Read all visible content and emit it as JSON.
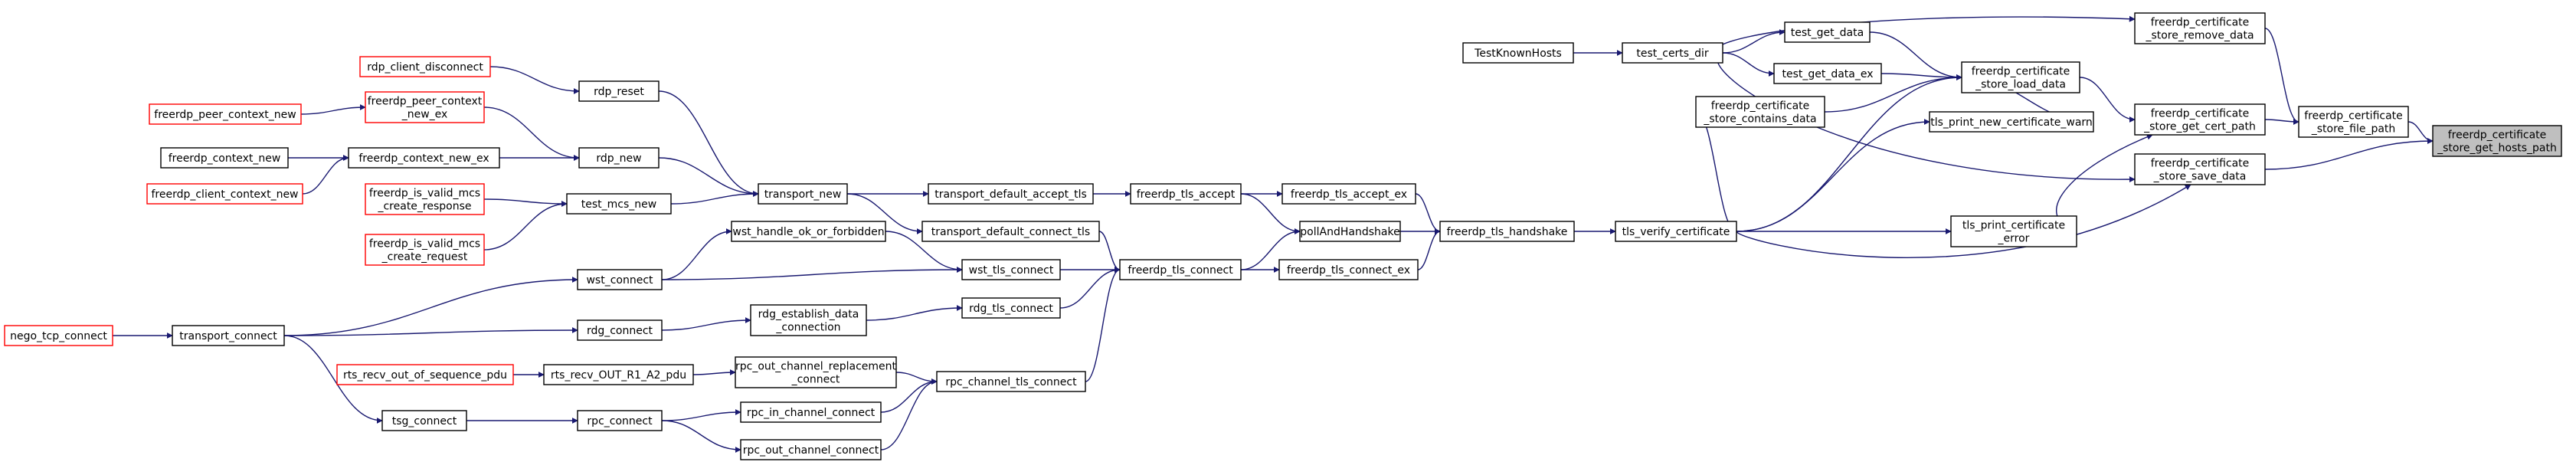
{
  "diagram": {
    "colors": {
      "edge": "#191970",
      "node_border": "#000000",
      "unexpanded_border": "#ff0000",
      "root_fill": "#bfbfbf"
    },
    "nodes": [
      {
        "id": "root",
        "lines": [
          "freerdp_certificate",
          "_store_get_hosts_path"
        ],
        "style": "root"
      },
      {
        "id": "n_file_path",
        "lines": [
          "freerdp_certificate",
          "_store_file_path"
        ]
      },
      {
        "id": "n_remove_data",
        "lines": [
          "freerdp_certificate",
          "_store_remove_data"
        ]
      },
      {
        "id": "n_get_cert_path",
        "lines": [
          "freerdp_certificate",
          "_store_get_cert_path"
        ]
      },
      {
        "id": "n_save_data",
        "lines": [
          "freerdp_certificate",
          "_store_save_data"
        ]
      },
      {
        "id": "n_load_data",
        "lines": [
          "freerdp_certificate",
          "_store_load_data"
        ]
      },
      {
        "id": "n_new_cert_warn",
        "lines": [
          "tls_print_new_certificate_warn"
        ]
      },
      {
        "id": "n_cert_error",
        "lines": [
          "tls_print_certificate",
          "_error"
        ]
      },
      {
        "id": "n_get_data",
        "lines": [
          "test_get_data"
        ]
      },
      {
        "id": "n_get_data_ex",
        "lines": [
          "test_get_data_ex"
        ]
      },
      {
        "id": "n_contains",
        "lines": [
          "freerdp_certificate",
          "_store_contains_data"
        ]
      },
      {
        "id": "n_certs_dir",
        "lines": [
          "test_certs_dir"
        ]
      },
      {
        "id": "n_known_hosts",
        "lines": [
          "TestKnownHosts"
        ]
      },
      {
        "id": "n_verify",
        "lines": [
          "tls_verify_certificate"
        ]
      },
      {
        "id": "n_handshake",
        "lines": [
          "freerdp_tls_handshake"
        ]
      },
      {
        "id": "n_tls_accept_ex",
        "lines": [
          "freerdp_tls_accept_ex"
        ]
      },
      {
        "id": "n_poll",
        "lines": [
          "pollAndHandshake"
        ]
      },
      {
        "id": "n_tls_connect_ex",
        "lines": [
          "freerdp_tls_connect_ex"
        ]
      },
      {
        "id": "n_tls_accept",
        "lines": [
          "freerdp_tls_accept"
        ]
      },
      {
        "id": "n_tls_connect",
        "lines": [
          "freerdp_tls_connect"
        ]
      },
      {
        "id": "n_def_accept",
        "lines": [
          "transport_default_accept_tls"
        ]
      },
      {
        "id": "n_def_connect",
        "lines": [
          "transport_default_connect_tls"
        ]
      },
      {
        "id": "n_wst_tls",
        "lines": [
          "wst_tls_connect"
        ]
      },
      {
        "id": "n_rdg_tls",
        "lines": [
          "rdg_tls_connect"
        ]
      },
      {
        "id": "n_rpc_tls",
        "lines": [
          "rpc_channel_tls_connect"
        ]
      },
      {
        "id": "n_transport_new",
        "lines": [
          "transport_new"
        ]
      },
      {
        "id": "n_wst_handle",
        "lines": [
          "wst_handle_ok_or_forbidden"
        ]
      },
      {
        "id": "n_rdg_establish",
        "lines": [
          "rdg_establish_data",
          "_connection"
        ]
      },
      {
        "id": "n_rpc_replace",
        "lines": [
          "rpc_out_channel_replacement",
          "_connect"
        ]
      },
      {
        "id": "n_rpc_in",
        "lines": [
          "rpc_in_channel_connect"
        ]
      },
      {
        "id": "n_rpc_out",
        "lines": [
          "rpc_out_channel_connect"
        ]
      },
      {
        "id": "n_rdp_reset",
        "lines": [
          "rdp_reset"
        ]
      },
      {
        "id": "n_rdp_new",
        "lines": [
          "rdp_new"
        ]
      },
      {
        "id": "n_test_mcs",
        "lines": [
          "test_mcs_new"
        ]
      },
      {
        "id": "n_wst_connect",
        "lines": [
          "wst_connect"
        ]
      },
      {
        "id": "n_rdg_connect",
        "lines": [
          "rdg_connect"
        ]
      },
      {
        "id": "n_rts_recv",
        "lines": [
          "rts_recv_OUT_R1_A2_pdu"
        ]
      },
      {
        "id": "n_rpc_connect",
        "lines": [
          "rpc_connect"
        ]
      },
      {
        "id": "n_client_disc",
        "lines": [
          "rdp_client_disconnect"
        ],
        "style": "red"
      },
      {
        "id": "n_peer_ctx_new_ex",
        "lines": [
          "freerdp_peer_context",
          "_new_ex"
        ],
        "style": "red"
      },
      {
        "id": "n_ctx_new_ex",
        "lines": [
          "freerdp_context_new_ex"
        ]
      },
      {
        "id": "n_valid_resp",
        "lines": [
          "freerdp_is_valid_mcs",
          "_create_response"
        ],
        "style": "red"
      },
      {
        "id": "n_valid_req",
        "lines": [
          "freerdp_is_valid_mcs",
          "_create_request"
        ],
        "style": "red"
      },
      {
        "id": "n_transport_connect",
        "lines": [
          "transport_connect"
        ]
      },
      {
        "id": "n_rts_oos",
        "lines": [
          "rts_recv_out_of_sequence_pdu"
        ],
        "style": "red"
      },
      {
        "id": "n_tsg_connect",
        "lines": [
          "tsg_connect"
        ]
      },
      {
        "id": "n_peer_ctx_new",
        "lines": [
          "freerdp_peer_context_new"
        ],
        "style": "red"
      },
      {
        "id": "n_ctx_new",
        "lines": [
          "freerdp_context_new"
        ]
      },
      {
        "id": "n_client_ctx_new",
        "lines": [
          "freerdp_client_context_new"
        ],
        "style": "red"
      },
      {
        "id": "n_nego",
        "lines": [
          "nego_tcp_connect"
        ],
        "style": "red"
      }
    ]
  }
}
